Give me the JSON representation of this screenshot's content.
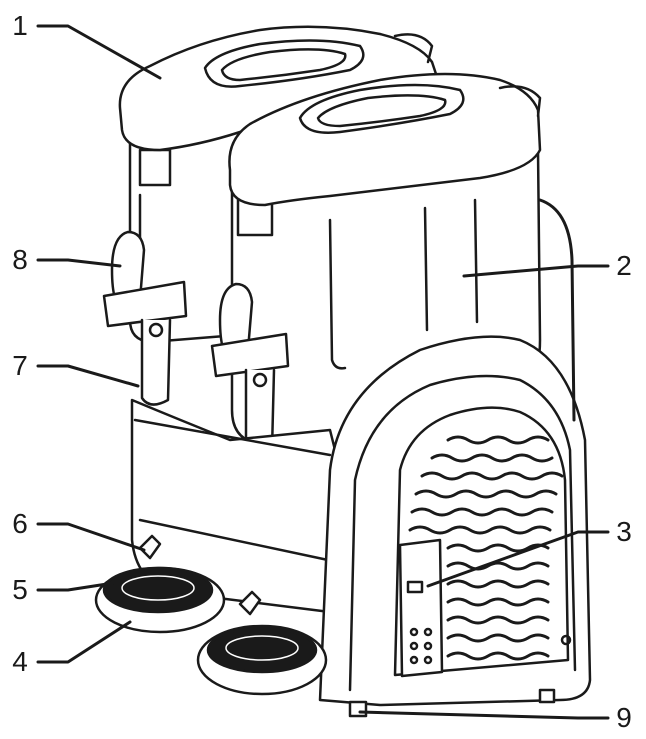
{
  "diagram": {
    "line_color": "#1a1a1a",
    "fill_color": "#ffffff",
    "callouts": [
      {
        "id": "1",
        "label": "1"
      },
      {
        "id": "2",
        "label": "2"
      },
      {
        "id": "3",
        "label": "3"
      },
      {
        "id": "4",
        "label": "4"
      },
      {
        "id": "5",
        "label": "5"
      },
      {
        "id": "6",
        "label": "6"
      },
      {
        "id": "7",
        "label": "7"
      },
      {
        "id": "8",
        "label": "8"
      },
      {
        "id": "9",
        "label": "9"
      }
    ]
  }
}
